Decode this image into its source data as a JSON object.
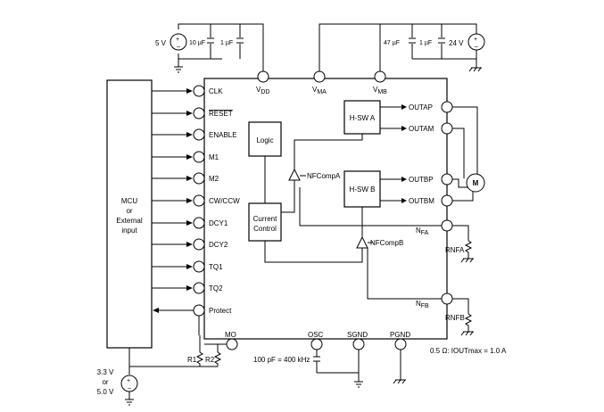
{
  "supply_left": {
    "voltage": "5 V",
    "cap1": "10 µF",
    "cap2": "1 µF"
  },
  "supply_right": {
    "voltage": "24 V",
    "cap1": "47 µF",
    "cap2": "1 µF"
  },
  "top_pins": {
    "vdd": "V",
    "vdd_sub": "DD",
    "vma": "V",
    "vma_sub": "MA",
    "vmb": "V",
    "vmb_sub": "MB"
  },
  "mcu": {
    "line1": "MCU",
    "line2": "or",
    "line3": "External",
    "line4": "input"
  },
  "input_pins": [
    "CLK",
    "RESET",
    "ENABLE",
    "M1",
    "M2",
    "CW/CCW",
    "DCY1",
    "DCY2",
    "TQ1",
    "TQ2",
    "Protect"
  ],
  "blocks": {
    "logic": "Logic",
    "current_control_1": "Current",
    "current_control_2": "Control",
    "hsw_a": "H-SW A",
    "hsw_b": "H-SW B"
  },
  "comparators": {
    "a": "NFCompA",
    "b": "NFCompB"
  },
  "outputs": {
    "outap": "OUTAP",
    "outam": "OUTAM",
    "outbp": "OUTBP",
    "outbm": "OUTBM"
  },
  "sense_pins": {
    "nfa": "N",
    "nfa_sub": "FA",
    "nfb": "N",
    "nfb_sub": "FB"
  },
  "sense_resistors": {
    "rnfa": "RNFA",
    "rnfb": "RNFB",
    "note": "0.5 Ω: IOUTmax = 1.0 A"
  },
  "motor": {
    "label": "M"
  },
  "bottom_pins": {
    "mo": "MO",
    "osc": "OSC",
    "sgnd": "SGND",
    "pgnd": "PGND"
  },
  "bottom_labels": {
    "r1": "R1",
    "r2": "R2",
    "osc_note": "100 pF = 400 kHz"
  },
  "logic_supply": {
    "line1": "3.3 V",
    "line2": "or",
    "line3": "5.0 V"
  }
}
